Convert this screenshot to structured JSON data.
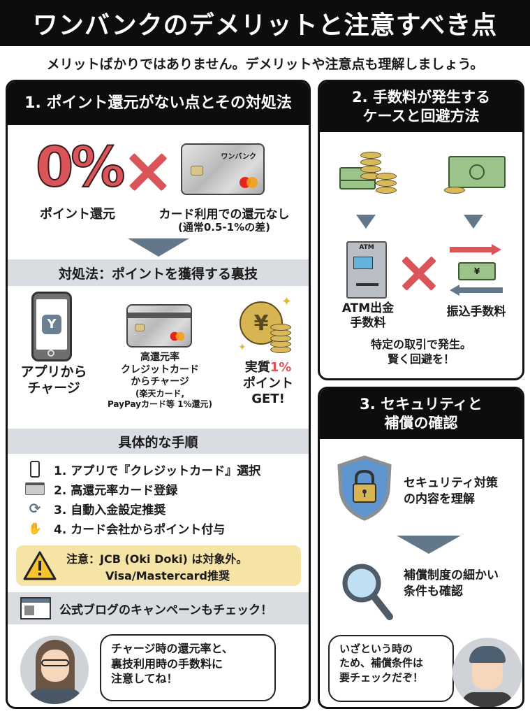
{
  "header": {
    "title": "ワンバンクのデメリットと注意すべき点",
    "subtitle": "メリットばかりではありません。デメリットや注意点も理解しましょう。"
  },
  "section1": {
    "title": "1. ポイント還元がない点とその対処法",
    "zero_percent": "0%",
    "zero_label": "ポイント還元",
    "card_brand": "ワンバンク",
    "card_label_line1": "カード利用での還元なし",
    "card_label_line2": "(通常0.5-1%の差)",
    "hack_title": "対処法：ポイントを獲得する裏技",
    "flow": [
      {
        "line1": "アプリから",
        "line2": "チャージ"
      },
      {
        "line1": "高還元率",
        "line2": "クレジットカード",
        "line3": "からチャージ",
        "line4": "(楽天カード,",
        "line5": "PayPayカード等 1%還元)"
      },
      {
        "line1_prefix": "実質",
        "line1_highlight": "1%",
        "line2": "ポイント",
        "line3": "GET!"
      }
    ],
    "app_icon_letter": "Y",
    "steps_title": "具体的な手順",
    "steps": [
      {
        "icon": "smartphone-icon",
        "label": "1. アプリで『クレジットカード』選択"
      },
      {
        "icon": "credit-card-icon",
        "label": "2. 高還元率カード登録"
      },
      {
        "icon": "auto-refresh-icon",
        "label": "3. 自動入金設定推奨"
      },
      {
        "icon": "hand-coin-icon",
        "label": "4. カード会社からポイント付与"
      }
    ],
    "warning_line1": "注意：JCB (Oki Doki) は対象外。",
    "warning_line2": "Visa/Mastercard推奨",
    "blog_note": "公式ブログのキャンペーンもチェック！",
    "bubble": [
      "チャージ時の還元率と、",
      "裏技利用時の手数料に",
      "注意してね！"
    ]
  },
  "section2": {
    "title_line1": "2. 手数料が発生する",
    "title_line2": "ケースと回避方法",
    "atm_sign": "ATM",
    "atm_label_line1": "ATM出金",
    "atm_label_line2": "手数料",
    "transfer_label": "振込手数料",
    "yen_symbol": "¥",
    "footer_line1": "特定の取引で発生。",
    "footer_line2": "賢く回避を！"
  },
  "section3": {
    "title_line1": "3. セキュリティと",
    "title_line2": "補償の確認",
    "security_line1": "セキュリティ対策",
    "security_line2": "の内容を理解",
    "compensation_line1": "補償制度の細かい",
    "compensation_line2": "条件も確認",
    "bubble": [
      "いざという時の",
      "ため、補償条件は",
      "要チェックだぞ！"
    ]
  },
  "colors": {
    "accent_red": "#d9555a",
    "slate_arrow": "#62788a",
    "band_gray": "#d9dde2",
    "warning_yellow": "#f6e3a6",
    "header_black": "#0d0d0d"
  }
}
